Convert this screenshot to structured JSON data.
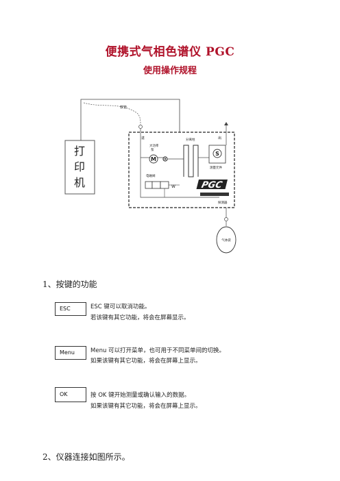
{
  "doc": {
    "title": "便携式气相色谱仪 PGC",
    "subtitle": "使用操作规程"
  },
  "diagram": {
    "printer_chars": [
      "打",
      "印",
      "机"
    ],
    "hose_label": "软管",
    "inlet_label": "进",
    "outlet_label": "出",
    "pump_label": "大功率\n泵",
    "column_label": "分离柱",
    "detector_label": "测量元件",
    "valve_label": "电磁阀",
    "probe_label": "探测器",
    "bag_label": "气体袋",
    "brand_logo": "PGC"
  },
  "section1": {
    "heading": "1、按键的功能",
    "keys": [
      {
        "key": "ESC",
        "line1": "ESC 键可以取消功能。",
        "line2": "若该键有其它功能，将会在屏幕显示。"
      },
      {
        "key": "Menu",
        "line1": "Menu 可以打开菜单，也可用于不同菜单间的切换。",
        "line2": "如果该键有其它功能，将会在屏幕上显示。"
      },
      {
        "key": "OK",
        "line1": "按 OK 键开始测量或确认输入的数据。",
        "line2": "如果该键有其它功能，将会在屏幕上显示。"
      }
    ]
  },
  "section2": {
    "heading": "2、仪器连接如图所示。"
  }
}
